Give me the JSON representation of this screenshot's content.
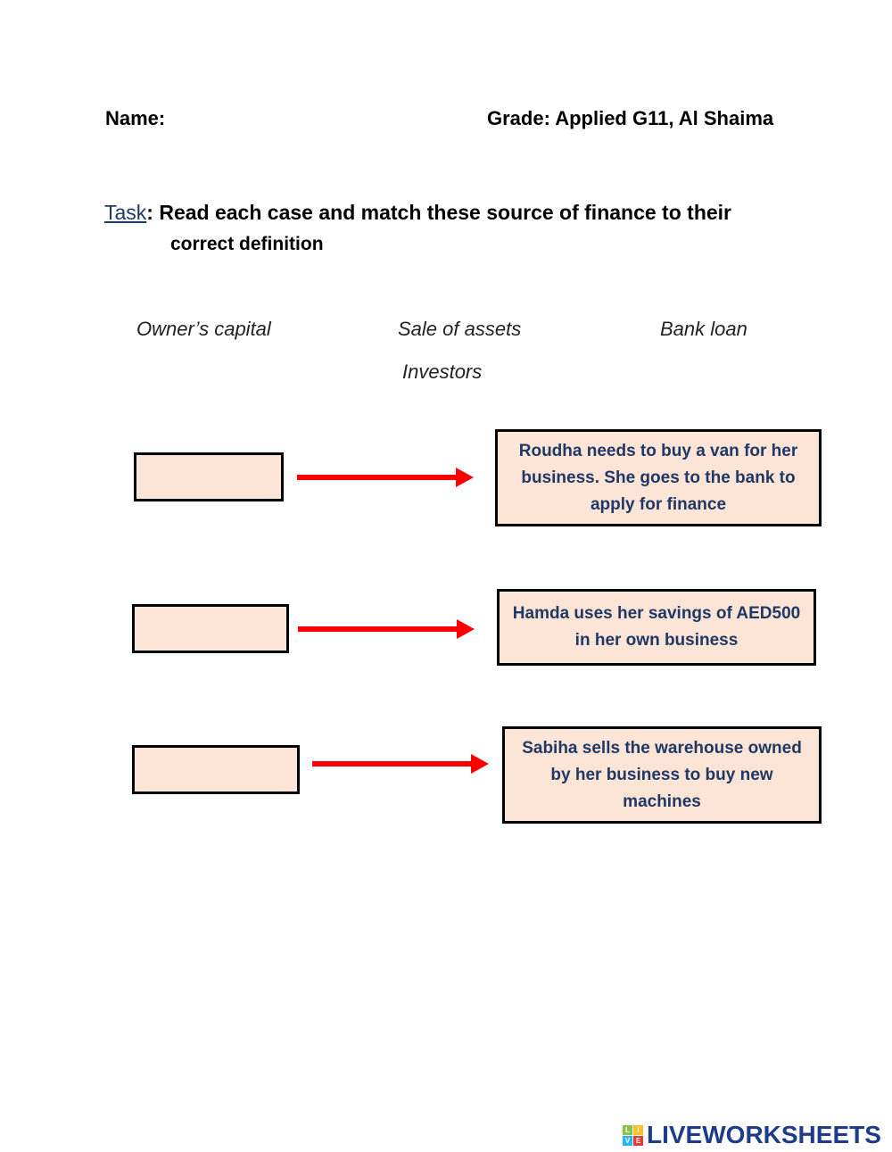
{
  "header": {
    "name_label": "Name:",
    "grade_label": "Grade: Applied G11, Al Shaima"
  },
  "task": {
    "label": "Task",
    "text": ": Read each case and match these source of finance to their",
    "text2": "correct definition"
  },
  "options": [
    "Owner’s capital",
    "Sale of assets",
    "Bank loan",
    "Investors"
  ],
  "cases": [
    "Roudha needs to buy a van for her business. She goes to the bank to apply for finance",
    "Hamda uses her savings of AED500 in her own business",
    "Sabiha sells the warehouse owned by her business to buy new machines"
  ],
  "answers": [
    "",
    "",
    ""
  ],
  "colors": {
    "box_fill": "#fce4d6",
    "case_text": "#1f3864",
    "arrow": "#ff0000"
  },
  "logo": {
    "text": "LIVEWORKSHEETS",
    "tiles": [
      "L",
      "I",
      "V",
      "E"
    ]
  }
}
